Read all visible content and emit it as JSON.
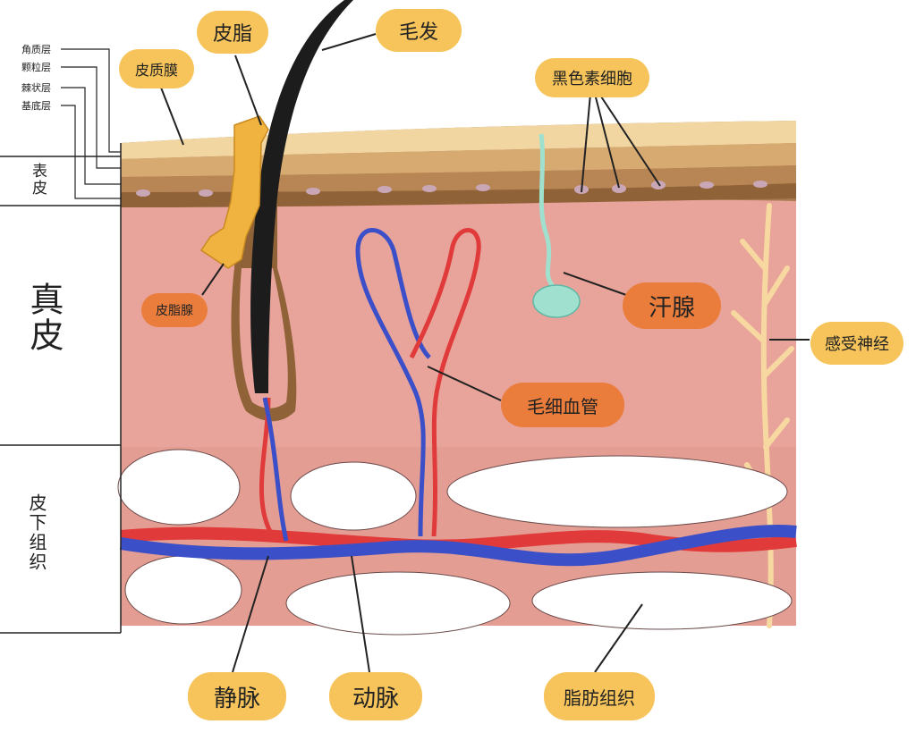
{
  "layers": {
    "epidermis": "表皮",
    "dermis": "真皮",
    "subcutaneous": "皮下组织"
  },
  "epidermis_sublayers": [
    "角质层",
    "颗粒层",
    "棘状层",
    "基底层"
  ],
  "labels": {
    "sebum": "皮脂",
    "hair": "毛发",
    "cortex_membrane": "皮质膜",
    "melanocyte": "黑色素细胞",
    "sebaceous_gland": "皮脂腺",
    "sweat_gland": "汗腺",
    "sensory_nerve": "感受神经",
    "capillary": "毛细血管",
    "vein": "静脉",
    "artery": "动脉",
    "adipose": "脂肪组织"
  },
  "colors": {
    "label_yellow": "#f6c45a",
    "label_orange": "#ea7d3c",
    "dermis": "#e8a39a",
    "epidermis": "#c9a46c",
    "artery": "#e03a3a",
    "vein": "#3a4fc8",
    "hair": "#1c1c1c",
    "sebaceous": "#f0b340",
    "nerve": "#f7d8a0",
    "sweat_gland": "#9fe0cf"
  }
}
